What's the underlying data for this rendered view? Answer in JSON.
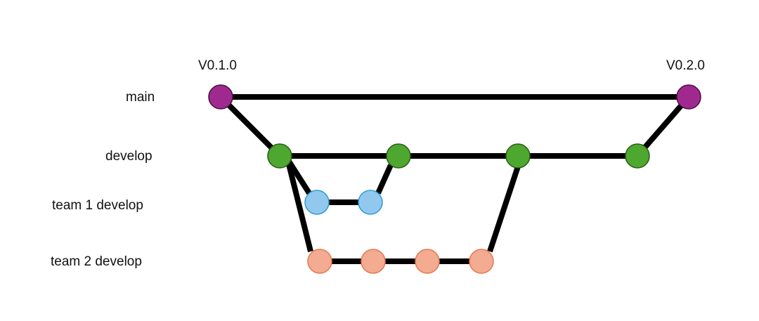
{
  "branches": [
    {
      "id": "main",
      "label": "main",
      "color": "#a0298f",
      "stroke": "#4a0f42"
    },
    {
      "id": "develop",
      "label": "develop",
      "color": "#4ea72e",
      "stroke": "#2a5c18"
    },
    {
      "id": "team1",
      "label": "team 1 develop",
      "color": "#93c8ee",
      "stroke": "#2e9ad6"
    },
    {
      "id": "team2",
      "label": "team 2 develop",
      "color": "#f3ab92",
      "stroke": "#e5774f"
    }
  ],
  "tags": [
    {
      "label": "V0.1.0",
      "commit": "m1"
    },
    {
      "label": "V0.2.0",
      "commit": "m2"
    }
  ],
  "commits": [
    {
      "id": "m1",
      "branch": "main"
    },
    {
      "id": "m2",
      "branch": "main"
    },
    {
      "id": "d1",
      "branch": "develop"
    },
    {
      "id": "d2",
      "branch": "develop"
    },
    {
      "id": "d3",
      "branch": "develop"
    },
    {
      "id": "d4",
      "branch": "develop"
    },
    {
      "id": "t1a",
      "branch": "team1"
    },
    {
      "id": "t1b",
      "branch": "team1"
    },
    {
      "id": "t2a",
      "branch": "team2"
    },
    {
      "id": "t2b",
      "branch": "team2"
    },
    {
      "id": "t2c",
      "branch": "team2"
    },
    {
      "id": "t2d",
      "branch": "team2"
    }
  ],
  "edges": [
    [
      "m1",
      "m2"
    ],
    [
      "m1",
      "d1"
    ],
    [
      "d1",
      "d2"
    ],
    [
      "d2",
      "d3"
    ],
    [
      "d3",
      "d4"
    ],
    [
      "d4",
      "m2"
    ],
    [
      "d1",
      "t1a"
    ],
    [
      "t1a",
      "t1b"
    ],
    [
      "t1b",
      "d2"
    ],
    [
      "d1",
      "t2a"
    ],
    [
      "t2a",
      "t2b"
    ],
    [
      "t2b",
      "t2c"
    ],
    [
      "t2c",
      "t2d"
    ],
    [
      "t2d",
      "d3"
    ]
  ],
  "edge_color": "#000000"
}
